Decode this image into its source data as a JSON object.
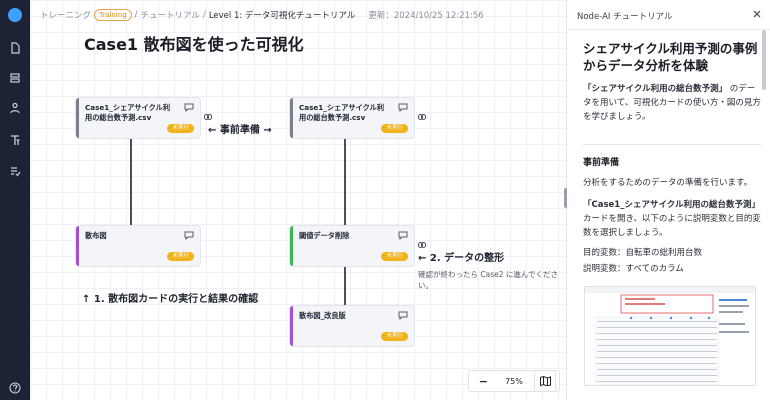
{
  "breadcrumb": {
    "training": "トレーニング",
    "badge": "Training",
    "sep1": "/",
    "tutorial": "チュートリアル",
    "sep2": "/",
    "current": "Level 1: データ可視化チュートリアル",
    "updated": "更新：2024/10/25 12:21:56"
  },
  "canvas": {
    "title": "Case1 散布図を使った可視化",
    "nodes": [
      {
        "title": "Case1_シェアサイクル利用の総台数予測.csv",
        "badge": "未実行"
      },
      {
        "title": "Case1_シェアサイクル利用の総台数予測.csv",
        "badge": "未実行"
      },
      {
        "title": "散布図",
        "badge": "未実行"
      },
      {
        "title": "閾値データ削除",
        "badge": "未実行"
      },
      {
        "title": "散布図_改良版",
        "badge": "未実行"
      }
    ],
    "notes": {
      "prep": "← 事前準備 →",
      "shape": "← 2. データの整形",
      "shape_sub": "確認が終わったら Case2 に進んでください。",
      "scatter": "↑ 1. 散布図カードの実行と結果の確認"
    },
    "zoom": {
      "minus": "−",
      "level": "75%",
      "plus": "+"
    }
  },
  "panel": {
    "title": "Node-AI チュートリアル",
    "heading": "シェアサイクル利用予測の事例からデータ分析を体験",
    "intro_bold": "「シェアサイクル利用の総台数予測」",
    "intro_rest": "のデータを用いて、可視化カードの使い方・図の見方を学びましょう。",
    "section_title": "事前準備",
    "section_text": "分析をするためのデータの準備を行います。",
    "card_bold": "「Case1_シェアサイクル利用の総台数予測」",
    "card_rest": "カードを開き、以下のように説明変数と目的変数を選択しましょう。",
    "target": "目的変数：自転車の総利用台数",
    "features": "説明変数：すべてのカラム"
  },
  "colors": {
    "sidebar": "#1d2333",
    "badge": "#f2b21b",
    "node_gray": "#7b7f8a",
    "node_purple": "#a54fd1",
    "node_green": "#3fb757",
    "training_badge": "#e08a1a"
  }
}
